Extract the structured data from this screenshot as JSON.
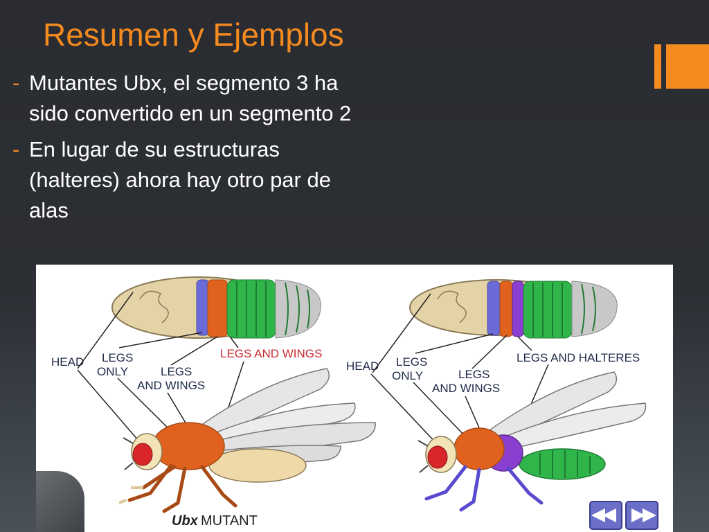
{
  "slide": {
    "title": "Resumen y Ejemplos",
    "bullets": [
      {
        "marker": "-",
        "text": "Mutantes Ubx, el segmento 3 ha sido convertido en un segmento 2"
      },
      {
        "marker": "-",
        "text": "En lugar de su estructuras (halteres) ahora hay otro par de alas"
      }
    ],
    "accent_color": "#f58a1f"
  },
  "figure": {
    "left_labels": {
      "head": "HEAD",
      "legs_only": [
        "LEGS",
        "ONLY"
      ],
      "legs_and_wings": [
        "LEGS",
        "AND WINGS"
      ],
      "legs_and_wings_red": "LEGS AND WINGS"
    },
    "right_labels": {
      "head": "HEAD",
      "legs_only": [
        "LEGS",
        "ONLY"
      ],
      "legs_and_wings": [
        "LEGS",
        "AND WINGS"
      ],
      "legs_and_halteres": "LEGS AND HALTERES"
    },
    "caption_italic": "Ubx",
    "caption_rest": " MUTANT",
    "nav_icons": [
      "rewind-icon",
      "fast-forward-icon"
    ]
  }
}
